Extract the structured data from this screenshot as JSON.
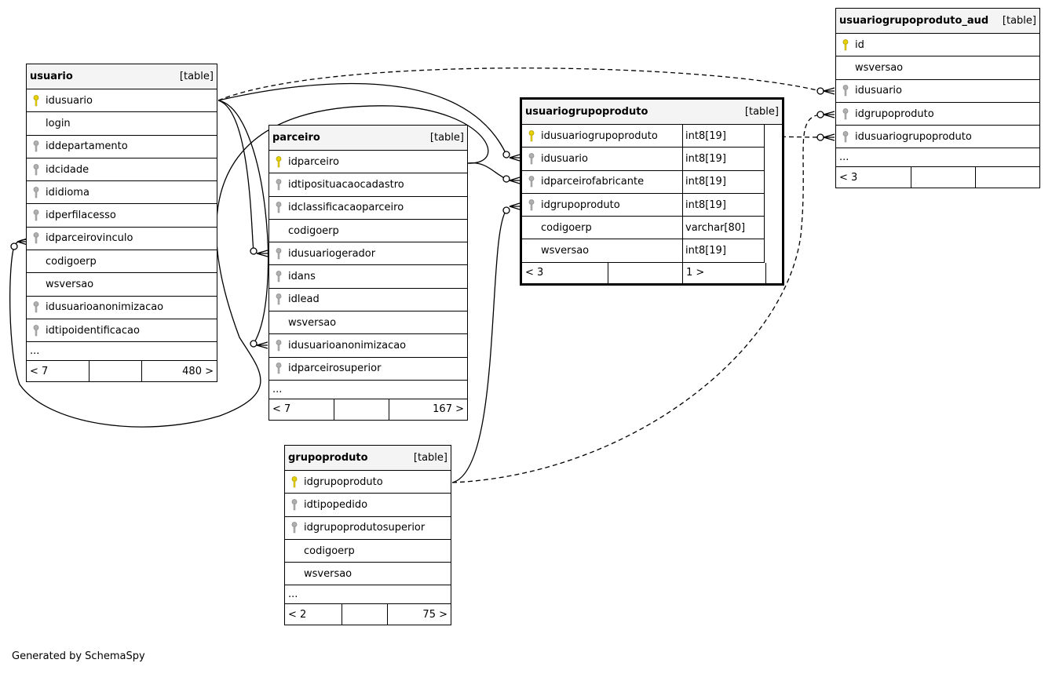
{
  "footer_text": "Generated by SchemaSpy",
  "tables": {
    "usuario": {
      "name": "usuario",
      "tag": "[table]",
      "columns": [
        {
          "name": "idusuario",
          "key": "pk"
        },
        {
          "name": "login",
          "key": "none"
        },
        {
          "name": "iddepartamento",
          "key": "fk"
        },
        {
          "name": "idcidade",
          "key": "fk"
        },
        {
          "name": "ididioma",
          "key": "fk"
        },
        {
          "name": "idperfilacesso",
          "key": "fk"
        },
        {
          "name": "idparceirovinculo",
          "key": "fk"
        },
        {
          "name": "codigoerp",
          "key": "none"
        },
        {
          "name": "wsversao",
          "key": "none"
        },
        {
          "name": "idusuarioanonimizacao",
          "key": "fk"
        },
        {
          "name": "idtipoidentificacao",
          "key": "fk"
        }
      ],
      "more": "...",
      "foot_left": "< 7",
      "foot_mid": "",
      "foot_right": "480 >"
    },
    "parceiro": {
      "name": "parceiro",
      "tag": "[table]",
      "columns": [
        {
          "name": "idparceiro",
          "key": "pk"
        },
        {
          "name": "idtiposituacaocadastro",
          "key": "fk"
        },
        {
          "name": "idclassificacaoparceiro",
          "key": "fk"
        },
        {
          "name": "codigoerp",
          "key": "none"
        },
        {
          "name": "idusuariogerador",
          "key": "fk"
        },
        {
          "name": "idans",
          "key": "fk"
        },
        {
          "name": "idlead",
          "key": "fk"
        },
        {
          "name": "wsversao",
          "key": "none"
        },
        {
          "name": "idusuarioanonimizacao",
          "key": "fk"
        },
        {
          "name": "idparceirosuperior",
          "key": "fk"
        }
      ],
      "more": "...",
      "foot_left": "< 7",
      "foot_mid": "",
      "foot_right": "167 >"
    },
    "grupoproduto": {
      "name": "grupoproduto",
      "tag": "[table]",
      "columns": [
        {
          "name": "idgrupoproduto",
          "key": "pk"
        },
        {
          "name": "idtipopedido",
          "key": "fk"
        },
        {
          "name": "idgrupoprodutosuperior",
          "key": "fk"
        },
        {
          "name": "codigoerp",
          "key": "none"
        },
        {
          "name": "wsversao",
          "key": "none"
        }
      ],
      "more": "...",
      "foot_left": "< 2",
      "foot_mid": "",
      "foot_right": "75 >"
    },
    "usuariogrupoproduto": {
      "name": "usuariogrupoproduto",
      "tag": "[table]",
      "columns": [
        {
          "name": "idusuariogrupoproduto",
          "type": "int8[19]",
          "key": "pk"
        },
        {
          "name": "idusuario",
          "type": "int8[19]",
          "key": "fk"
        },
        {
          "name": "idparceirofabricante",
          "type": "int8[19]",
          "key": "fk"
        },
        {
          "name": "idgrupoproduto",
          "type": "int8[19]",
          "key": "fk"
        },
        {
          "name": "codigoerp",
          "type": "varchar[80]",
          "key": "none"
        },
        {
          "name": "wsversao",
          "type": "int8[19]",
          "key": "none"
        }
      ],
      "foot_left": "< 3",
      "foot_mid": "",
      "foot_right": "1 >"
    },
    "usuariogrupoproduto_aud": {
      "name": "usuariogrupoproduto_aud",
      "tag": "[table]",
      "columns": [
        {
          "name": "id",
          "key": "pk"
        },
        {
          "name": "wsversao",
          "key": "none"
        },
        {
          "name": "idusuario",
          "key": "fk"
        },
        {
          "name": "idgrupoproduto",
          "key": "fk"
        },
        {
          "name": "idusuariogrupoproduto",
          "key": "fk"
        }
      ],
      "more": "...",
      "foot_left": "< 3",
      "foot_mid": "",
      "foot_right": ""
    }
  },
  "relationships": [
    {
      "from": "usuario.idusuario",
      "to": "usuariogrupoproduto_aud.idusuario",
      "style": "dashed"
    },
    {
      "from": "usuario.idusuario",
      "to": "usuariogrupoproduto.idusuario",
      "style": "solid"
    },
    {
      "from": "usuario.idusuario",
      "to": "parceiro.idusuariogerador",
      "style": "solid"
    },
    {
      "from": "usuario.idusuario",
      "to": "parceiro.idusuarioanonimizacao",
      "style": "solid"
    },
    {
      "from": "parceiro.idparceiro",
      "to": "usuario.idparceirovinculo",
      "style": "solid"
    },
    {
      "from": "parceiro.idparceiro",
      "to": "usuariogrupoproduto.idparceirofabricante",
      "style": "solid"
    },
    {
      "from": "grupoproduto.idgrupoproduto",
      "to": "usuariogrupoproduto.idgrupoproduto",
      "style": "solid"
    },
    {
      "from": "grupoproduto.idgrupoproduto",
      "to": "usuariogrupoproduto_aud.idgrupoproduto",
      "style": "dashed"
    },
    {
      "from": "usuariogrupoproduto.idusuariogrupoproduto",
      "to": "usuariogrupoproduto_aud.idusuariogrupoproduto",
      "style": "dashed"
    }
  ]
}
